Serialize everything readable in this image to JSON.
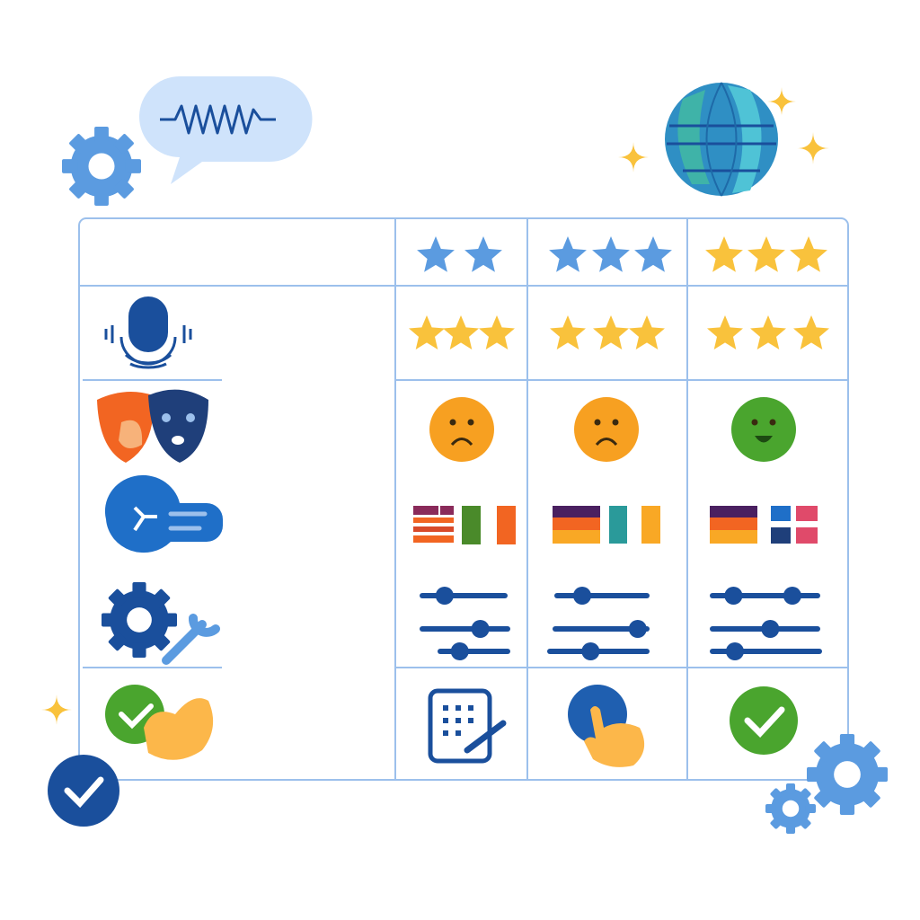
{
  "colors": {
    "grid": "#9cc0ec",
    "star_blue": "#5b9be0",
    "star_yellow": "#f9c23c",
    "face_orange": "#f7a021",
    "face_green": "#4aa52e",
    "slider": "#1a4f9c",
    "dark_blue": "#1a4f9c",
    "accent_blue": "#5b9be0",
    "bubble": "#cfe3fb"
  },
  "header_ratings": [
    {
      "stars": 2,
      "color": "blue"
    },
    {
      "stars": 3,
      "color": "blue"
    },
    {
      "stars": 3,
      "color": "yellow"
    }
  ],
  "row_labels_icons": [
    "microphone-voice-icon",
    "theater-masks-icon",
    "translate-bubble-icon",
    "gear-wrench-icon",
    "check-hand-icon"
  ],
  "voice_ratings": [
    3,
    3,
    3
  ],
  "sentiment": [
    "sad",
    "sad",
    "happy"
  ],
  "flags": [
    [
      "striped-flag",
      "green-bar",
      "orange-bar"
    ],
    [
      "tricolor-flag",
      "teal-bar",
      "orange-bar"
    ],
    [
      "tricolor-flag",
      "grid-flag"
    ]
  ],
  "sliders": [
    [
      [
        0.27
      ],
      [
        0.68
      ],
      [
        0.29
      ]
    ],
    [
      [
        0.28
      ],
      [
        0.9
      ],
      [
        0.42
      ]
    ],
    [
      [
        0.2,
        0.76
      ],
      [
        0.55
      ],
      [
        0.21
      ]
    ]
  ],
  "actions": [
    "calculator-edit-icon",
    "hand-tap-icon",
    "green-check-icon"
  ]
}
